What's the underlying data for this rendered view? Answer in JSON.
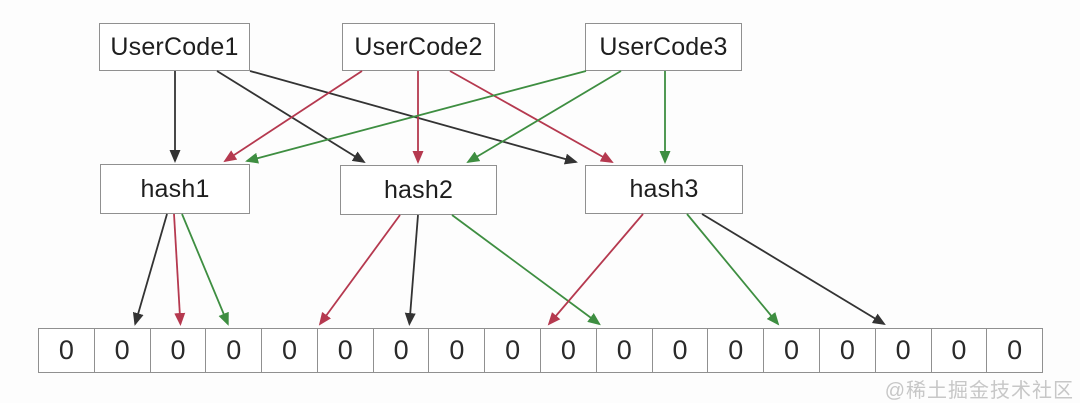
{
  "nodes": {
    "user_codes": [
      {
        "id": "uc1",
        "label": "UserCode1"
      },
      {
        "id": "uc2",
        "label": "UserCode2"
      },
      {
        "id": "uc3",
        "label": "UserCode3"
      }
    ],
    "hash_functions": [
      {
        "id": "h1",
        "label": "hash1"
      },
      {
        "id": "h2",
        "label": "hash2"
      },
      {
        "id": "h3",
        "label": "hash3"
      }
    ]
  },
  "bit_array": {
    "cells": [
      "0",
      "0",
      "0",
      "0",
      "0",
      "0",
      "0",
      "0",
      "0",
      "0",
      "0",
      "0",
      "0",
      "0",
      "0",
      "0",
      "0",
      "0"
    ]
  },
  "edges": {
    "user_to_hash": [
      {
        "from": "uc1",
        "to": "h1",
        "color": "black"
      },
      {
        "from": "uc1",
        "to": "h2",
        "color": "black"
      },
      {
        "from": "uc1",
        "to": "h3",
        "color": "black"
      },
      {
        "from": "uc2",
        "to": "h1",
        "color": "red"
      },
      {
        "from": "uc2",
        "to": "h2",
        "color": "red"
      },
      {
        "from": "uc2",
        "to": "h3",
        "color": "red"
      },
      {
        "from": "uc3",
        "to": "h1",
        "color": "green"
      },
      {
        "from": "uc3",
        "to": "h2",
        "color": "green"
      },
      {
        "from": "uc3",
        "to": "h3",
        "color": "green"
      }
    ],
    "hash_to_cell": [
      {
        "from": "h1",
        "cell": 1,
        "at": 0.74,
        "color": "black"
      },
      {
        "from": "h1",
        "cell": 2,
        "at": 0.55,
        "color": "red"
      },
      {
        "from": "h1",
        "cell": 3,
        "at": 0.4,
        "color": "green"
      },
      {
        "from": "h2",
        "cell": 5,
        "at": 0.05,
        "color": "red"
      },
      {
        "from": "h2",
        "cell": 6,
        "at": 0.65,
        "color": "black"
      },
      {
        "from": "h2",
        "cell": 10,
        "at": 0.05,
        "color": "green"
      },
      {
        "from": "h3",
        "cell": 9,
        "at": 0.15,
        "color": "red"
      },
      {
        "from": "h3",
        "cell": 13,
        "at": 0.25,
        "color": "green"
      },
      {
        "from": "h3",
        "cell": 15,
        "at": 0.15,
        "color": "black"
      }
    ]
  },
  "colors": {
    "black": "#333333",
    "red": "#b5394f",
    "green": "#3e8e41",
    "box_border": "#909090",
    "label_text": "#1e1e1e",
    "watermark": "#c7c7c7"
  },
  "watermark": {
    "text": "@稀土掘金技术社区"
  }
}
